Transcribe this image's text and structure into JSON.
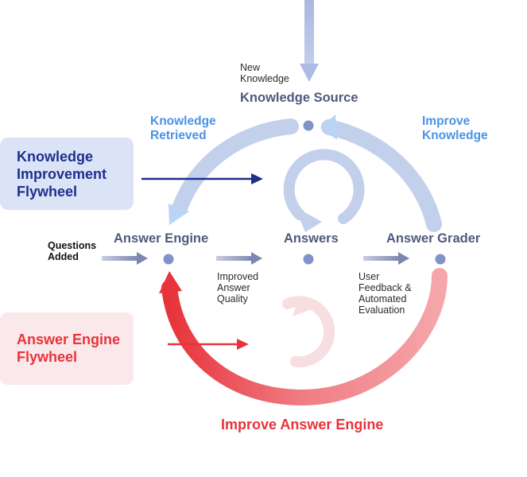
{
  "nodes": {
    "knowledge_source": "Knowledge Source",
    "answer_engine": "Answer Engine",
    "answers": "Answers",
    "answer_grader": "Answer Grader"
  },
  "labels": {
    "new_knowledge": "New\nKnowledge",
    "knowledge_retrieved": "Knowledge\nRetrieved",
    "improve_knowledge": "Improve\nKnowledge",
    "questions_added": "Questions\nAdded",
    "improved_answer_quality": "Improved\nAnswer\nQuality",
    "user_feedback": "User\nFeedback &\nAutomated\nEvaluation",
    "improve_answer_engine": "Improve Answer Engine"
  },
  "flywheels": {
    "knowledge_improvement": "Knowledge\nImprovement\nFlywheel",
    "answer_engine": "Answer Engine\nFlywheel"
  },
  "colors": {
    "knowledge_blue": "#c3d0ec",
    "knowledge_text": "#4b93e6",
    "navy": "#1f2f8a",
    "engine_red": "#e8333a",
    "engine_pink": "#f7dfe1",
    "node_dot": "#7f93c9"
  }
}
